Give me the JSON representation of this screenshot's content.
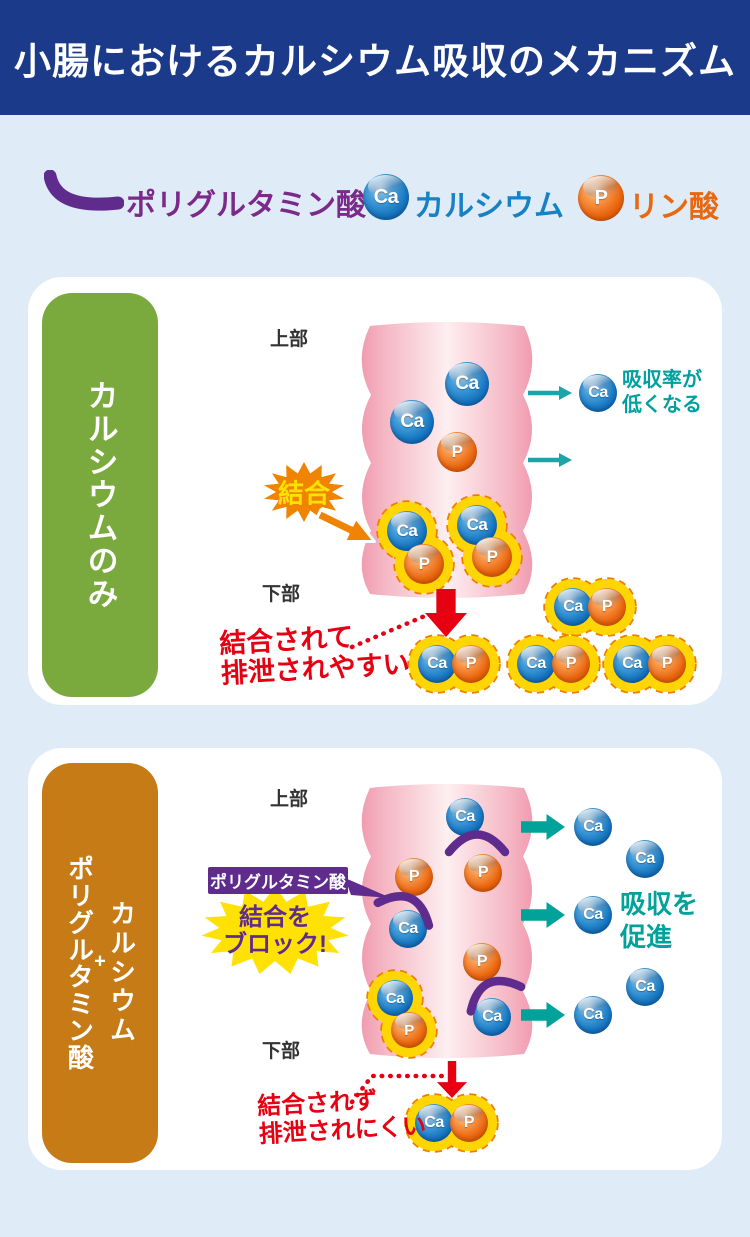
{
  "header": {
    "title": "小腸におけるカルシウム吸収のメカニズム"
  },
  "legend": {
    "polyglutamic_label": "ポリグルタミン酸",
    "calcium_label": "カルシウム",
    "phosphate_label": "リン酸"
  },
  "atoms": {
    "calcium": "Ca",
    "phosphate": "P"
  },
  "panel1": {
    "side_label": "カルシウムのみ",
    "upper_label": "上部",
    "lower_label": "下部",
    "binding_burst": "結合",
    "absorption_line1": "吸収率が",
    "absorption_line2": "低くなる",
    "excretion_line1": "結合されて",
    "excretion_line2": "排泄されやすい"
  },
  "panel2": {
    "side_label_col1": "ポリグルタミン酸",
    "side_label_plus": "+",
    "side_label_col2": "カルシウム",
    "upper_label": "上部",
    "lower_label": "下部",
    "polyglutamic_tag": "ポリグルタミン酸",
    "block_line1": "結合を",
    "block_line2": "ブロック!",
    "absorption_line1": "吸収を",
    "absorption_line2": "促進",
    "excretion_line1": "結合されず",
    "excretion_line2": "排泄されにくい"
  },
  "colors": {
    "header_bg": "#1b3a8a",
    "page_bg": "#dfecf7",
    "card_bg": "#ffffff",
    "panel1_side": "#7aaa3e",
    "panel2_side": "#c67b17",
    "purple": "#5f2c8e",
    "legend_purple": "#7b2a8a",
    "legend_blue": "#1781c5",
    "legend_orange": "#e8680f",
    "teal": "#00a29a",
    "red": "#e60012",
    "blob_yellow": "#ffd604",
    "blob_dash": "#ef7d00",
    "burst_orange": "#f08300",
    "burst_text_yellow": "#ffe103",
    "burst_yellow": "#ffe105",
    "ca_blue": "#1878c2",
    "p_orange": "#ea660e",
    "intestine_pink": "#f09cb0"
  }
}
